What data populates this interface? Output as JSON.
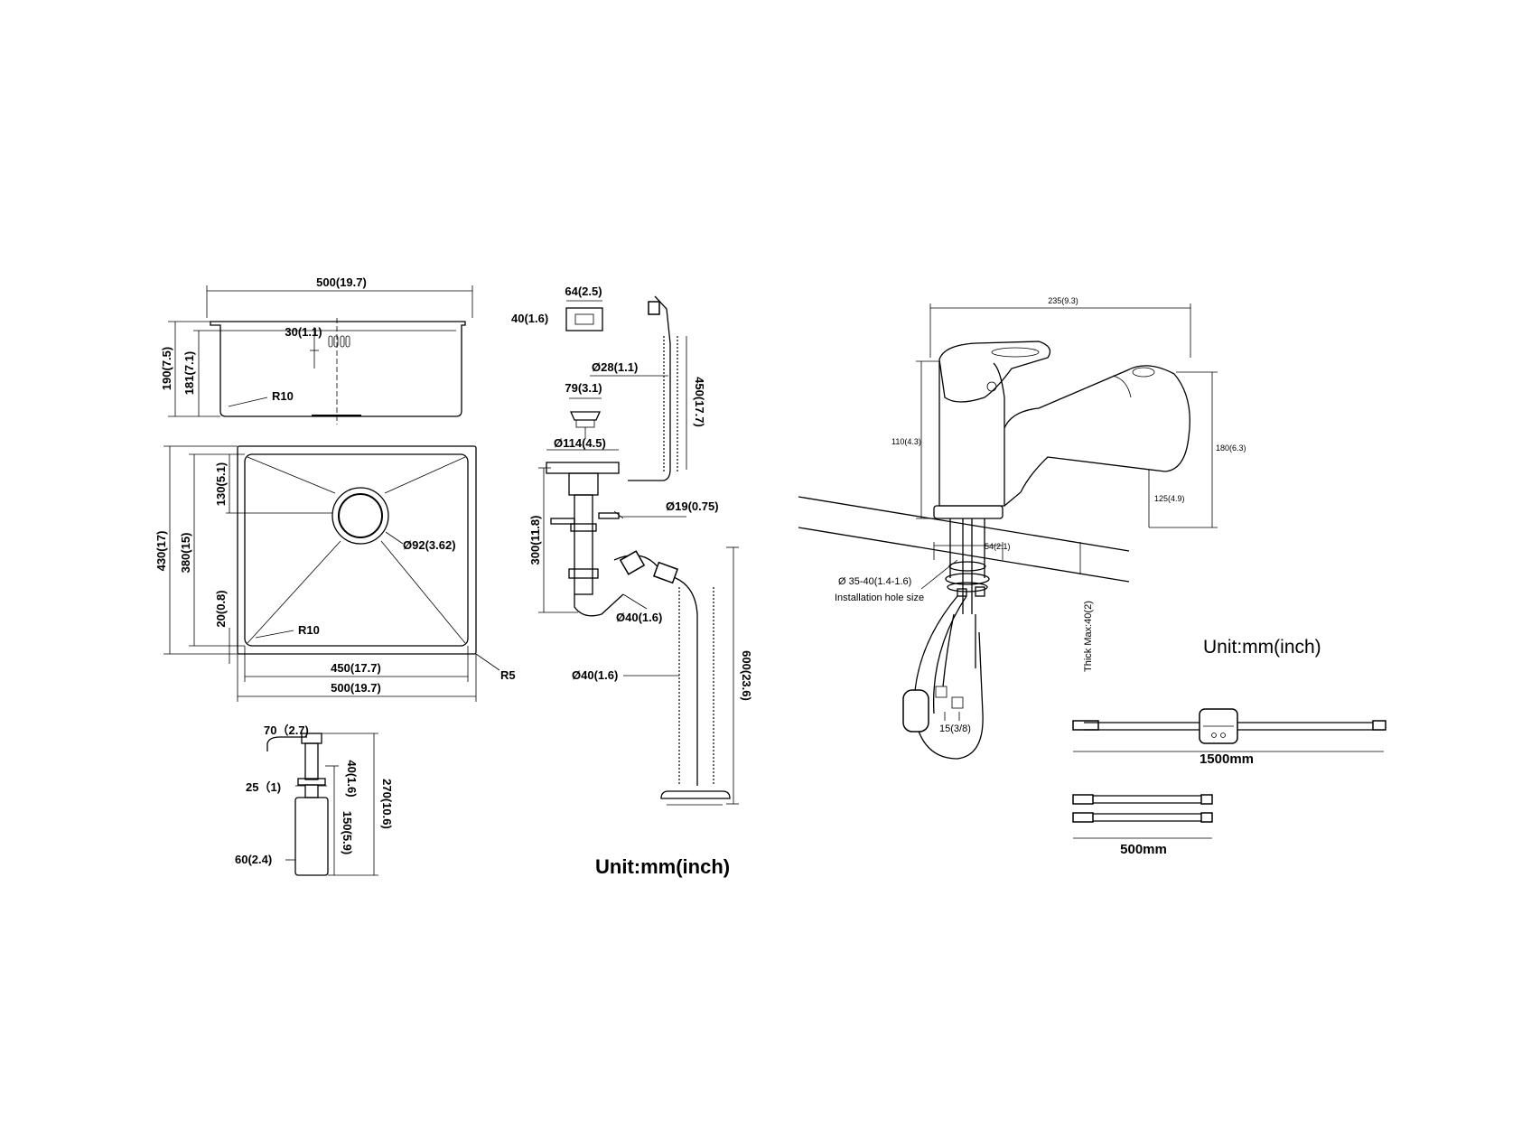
{
  "sink": {
    "width_top": "500(19.7)",
    "depth_outer": "190(7.5)",
    "depth_inner": "181(7.1)",
    "depth_step": "30(1.1)",
    "radius_side": "R10",
    "plan_depth_outer": "430(17)",
    "plan_depth_inner": "380(15)",
    "drain_offset": "130(5.1)",
    "drain_diameter": "Ø92(3.62)",
    "rim_offset": "20(0.8)",
    "radius_plan": "R10",
    "radius_corner": "R5",
    "width_inner": "450(17.7)",
    "width_outer": "500(19.7)"
  },
  "soap_dispenser": {
    "spout_length": "70（2.7)",
    "neck_length": "40(1.6)",
    "neck_diameter": "25（1)",
    "bottle_length": "150(5.9)",
    "total_length": "270(10.6)",
    "bottle_diameter": "60(2.4)"
  },
  "drain_kit": {
    "overflow_width": "64(2.5)",
    "overflow_height": "40(1.6)",
    "overflow_hose_diameter": "Ø28(1.1)",
    "overflow_hose_length": "450(17.7)",
    "strainer_width": "79(3.1)",
    "strainer_diameter": "Ø114(4.5)",
    "side_pipe_diameter": "Ø19(0.75)",
    "trap_height": "300(11.8)",
    "trap_diameter": "Ø40(1.6)",
    "drain_hose_diameter": "Ø40(1.6)",
    "drain_hose_length": "600(23.6)",
    "unit_label": "Unit:mm(inch)"
  },
  "faucet": {
    "width": "235(9.3)",
    "body_height": "110(4.3)",
    "total_height": "180(6.3)",
    "spout_height": "125(4.9)",
    "base_diameter": "54(2.1)",
    "hole_size_line1": "Ø 35-40(1.4-1.6)",
    "hole_size_line2": "Installation hole size",
    "max_thickness": "Thick Max:40(2)",
    "connector": "15(3/8)",
    "unit_label": "Unit:mm(inch)"
  },
  "hoses": {
    "long_hose": "1500mm",
    "short_hoses": "500mm"
  }
}
